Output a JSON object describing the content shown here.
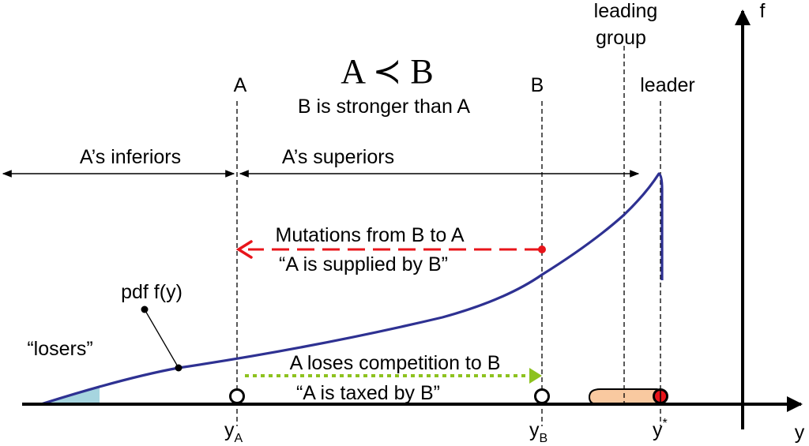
{
  "colors": {
    "curve": "#2e3192",
    "mutation_arrow": "#e8141a",
    "competition_arrow": "#8dc21f",
    "losers_fill": "#a6d5df",
    "leading_group_fill": "#f9c9a0",
    "leader_dot": "#e8141a"
  },
  "header": {
    "formula": "A ≺ B",
    "subtitle": "B is stronger than A"
  },
  "labels": {
    "A": "A",
    "B": "B",
    "leading_group_line1": "leading",
    "leading_group_line2": "group",
    "leader": "leader",
    "f_axis": "f",
    "y_axis": "y",
    "inferiors": "A’s inferiors",
    "superiors": "A’s superiors",
    "mutations_line1": "Mutations from B to A",
    "mutations_line2": "“A is supplied by B”",
    "pdf": "pdf  f(y)",
    "losers": "“losers”",
    "competition_line1": "A loses competition to B",
    "competition_line2": "“A is taxed by B”",
    "yA_main": "y",
    "yA_sub": "A",
    "yB_main": "y",
    "yB_sub": "B",
    "ystar_main": "y",
    "ystar_sup": "*"
  }
}
